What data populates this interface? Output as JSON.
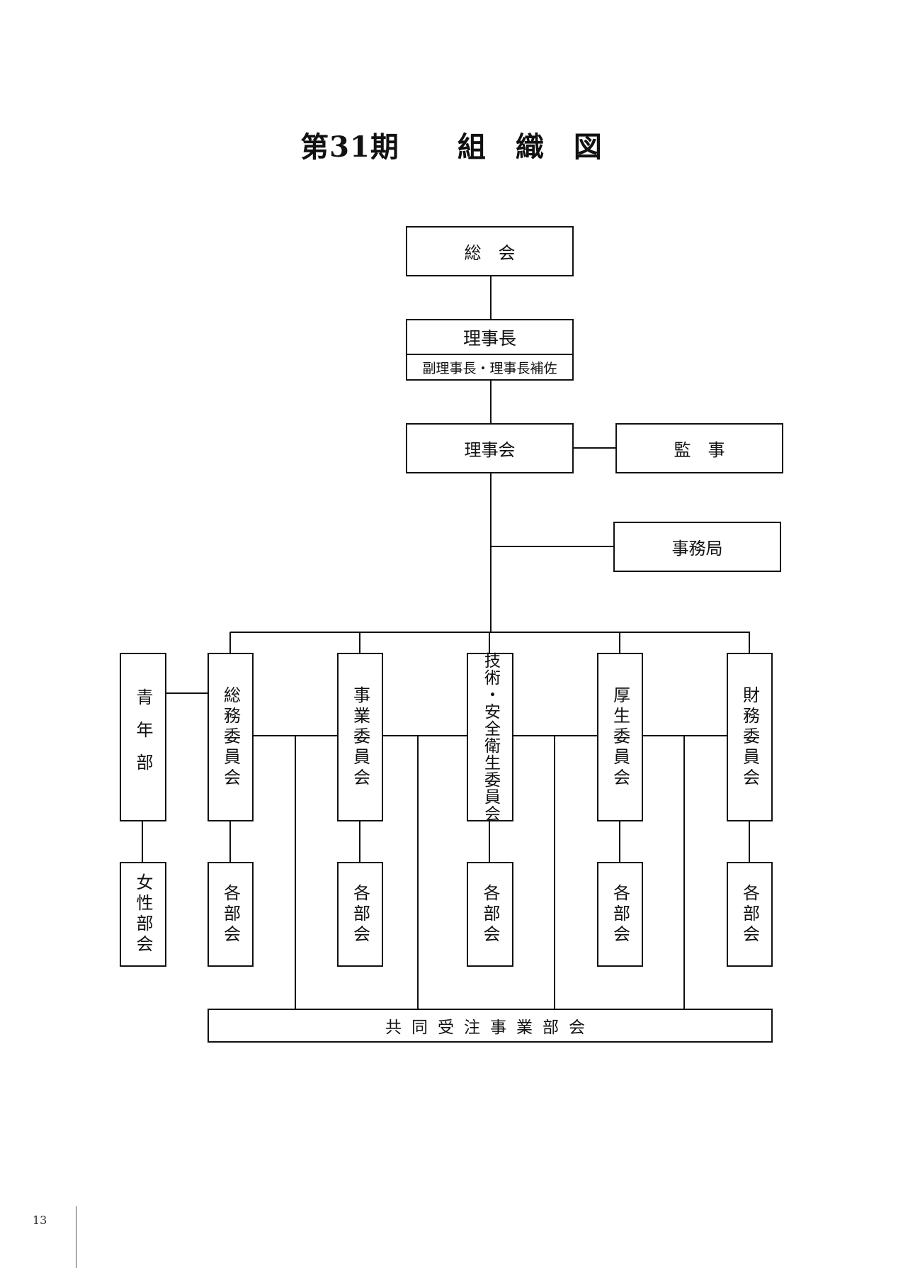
{
  "page": {
    "title": "第31期　　組　織　図",
    "page_number": "13"
  },
  "nodes": {
    "general_assembly": "総　会",
    "chairman": "理事長",
    "vice_chairman": "副理事長・理事長補佐",
    "board": "理事会",
    "auditor": "監　事",
    "secretariat": "事務局",
    "youth": "青年部",
    "women": "女性部会",
    "general_affairs": "総務委員会",
    "business": "事業委員会",
    "safety": "技術・安全衛生委員会",
    "welfare": "厚生委員会",
    "finance": "財務委員会",
    "sub_general_affairs": "各部会",
    "sub_business": "各部会",
    "sub_safety": "各部会",
    "sub_welfare": "各部会",
    "sub_finance": "各部会",
    "joint_orders": "共同受注事業部会"
  }
}
